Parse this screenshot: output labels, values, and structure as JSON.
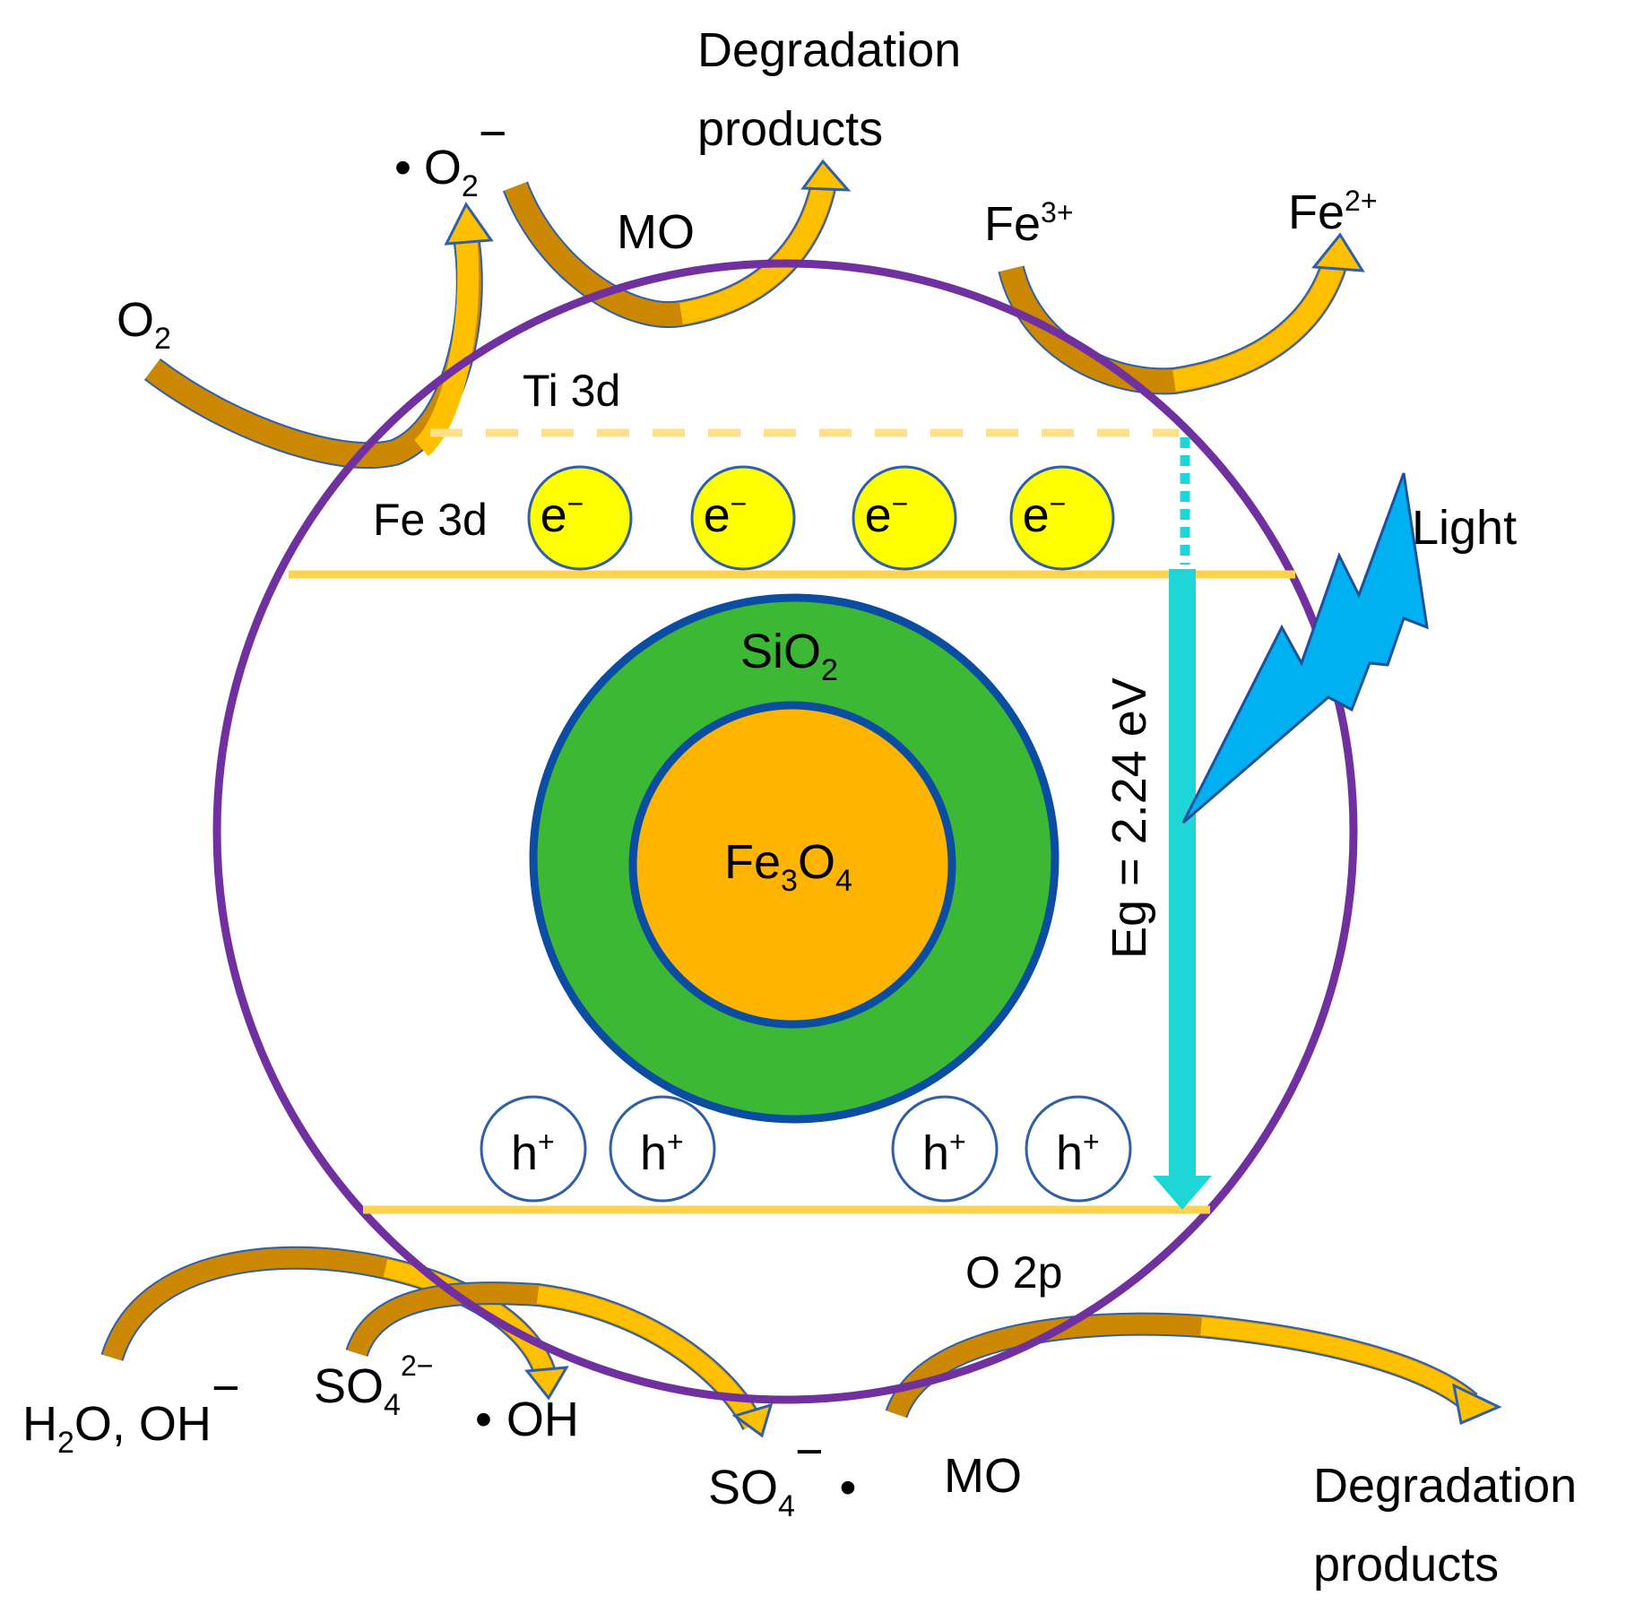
{
  "bands": {
    "ti3d": "Ti 3d",
    "fe3d": "Fe 3d",
    "o2p": "O 2p"
  },
  "core": {
    "shell": "SiO",
    "shell_sub": "2",
    "core": "Fe",
    "core_sub1": "3",
    "core_mid": "O",
    "core_sub2": "4"
  },
  "carriers": {
    "electron": "e",
    "electron_sup": "−",
    "hole": "h",
    "hole_sup": "+"
  },
  "bandgap": "Eg = 2.24 eV",
  "light": "Light",
  "species": {
    "o2": "O",
    "o2_sub": "2",
    "superoxide_dot": "•",
    "superoxide": "O",
    "superoxide_sub": "2",
    "superoxide_sup": "−",
    "mo_top": "MO",
    "degradation_top_1": "Degradation",
    "degradation_top_2": "products",
    "fe3": "Fe",
    "fe3_sup": "3+",
    "fe2": "Fe",
    "fe2_sup": "2+",
    "h2o_1": "H",
    "h2o_sub": "2",
    "h2o_2": "O, OH",
    "h2o_sup": "−",
    "so4_a": "SO",
    "so4_a_sub": "4",
    "so4_a_sup": "2−",
    "oh_dot": "•",
    "oh": "OH",
    "so4_b": "SO",
    "so4_b_sub": "4",
    "so4_b_sup": "−",
    "so4_b_dot": "•",
    "mo_bottom": "MO",
    "degradation_bottom_1": "Degradation",
    "degradation_bottom_2": "products"
  },
  "colors": {
    "particle_outline": "#7030a0",
    "band_line": "#ffd34d",
    "ti_band_dashed": "#ffe08a",
    "shell": "#3cb834",
    "core": "#ffb400",
    "core_border": "#0b4da2",
    "electron_fill": "#ffff00",
    "bandgap_arrow": "#1fd6d6",
    "light_bolt": "#00b0f0",
    "reaction_arrow_dark": "#cc8800",
    "reaction_arrow_light": "#ffc000",
    "reaction_arrow_edge": "#2e5fa8"
  }
}
